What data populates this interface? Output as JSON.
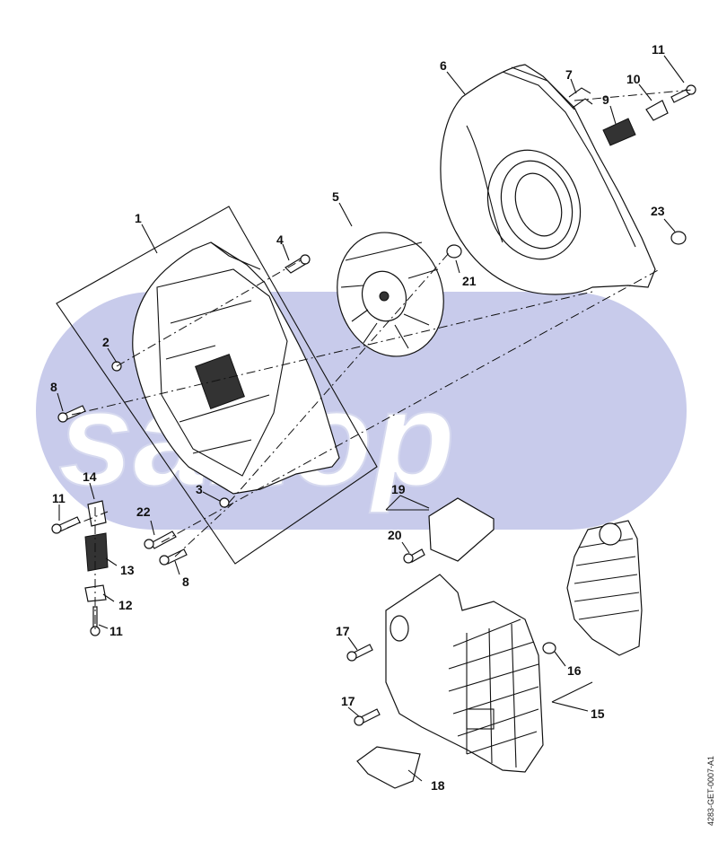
{
  "watermark": {
    "text": "saltop",
    "band_color": "#c8cbeb"
  },
  "part_labels": {
    "p1": "1",
    "p2": "2",
    "p3": "3",
    "p4": "4",
    "p5": "5",
    "p6": "6",
    "p7": "7",
    "p8a": "8",
    "p8b": "8",
    "p9": "9",
    "p10": "10",
    "p11a": "11",
    "p11b": "11",
    "p11c": "11",
    "p12": "12",
    "p13": "13",
    "p14": "14",
    "p15": "15",
    "p16": "16",
    "p17a": "17",
    "p17b": "17",
    "p18": "18",
    "p19": "19",
    "p20": "20",
    "p21": "21",
    "p22": "22",
    "p23": "23"
  },
  "reference_code": "4283-GET-0007-A1"
}
